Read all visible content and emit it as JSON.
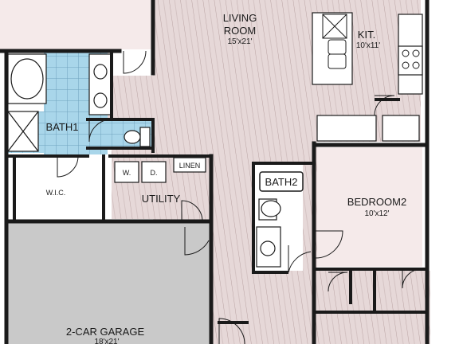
{
  "rooms": {
    "living": {
      "name_line1": "LIVING",
      "name_line2": "ROOM",
      "dims": "15'x21'"
    },
    "kitchen": {
      "name": "KIT.",
      "dims": "10'x11'"
    },
    "bath1": {
      "name": "BATH1"
    },
    "bath2": {
      "name": "BATH2"
    },
    "wic": {
      "name": "W.I.C."
    },
    "utility": {
      "name": "UTILITY"
    },
    "bedroom2": {
      "name": "BEDROOM2",
      "dims": "10'x12'"
    },
    "garage": {
      "name": "2-CAR GARAGE",
      "dims": "18'x21'"
    }
  },
  "fixtures": {
    "washer": "W.",
    "dryer": "D.",
    "linen": "LINEN"
  },
  "colors": {
    "wood_floor": "#e6d8d8",
    "wood_grain": "#b9a3a3",
    "tile_floor": "#a9d6ea",
    "tile_lines": "#6ea3bd",
    "garage_floor": "#c9c9c9",
    "wall": "#1a1a1a",
    "carpet": "#f5eaea"
  }
}
